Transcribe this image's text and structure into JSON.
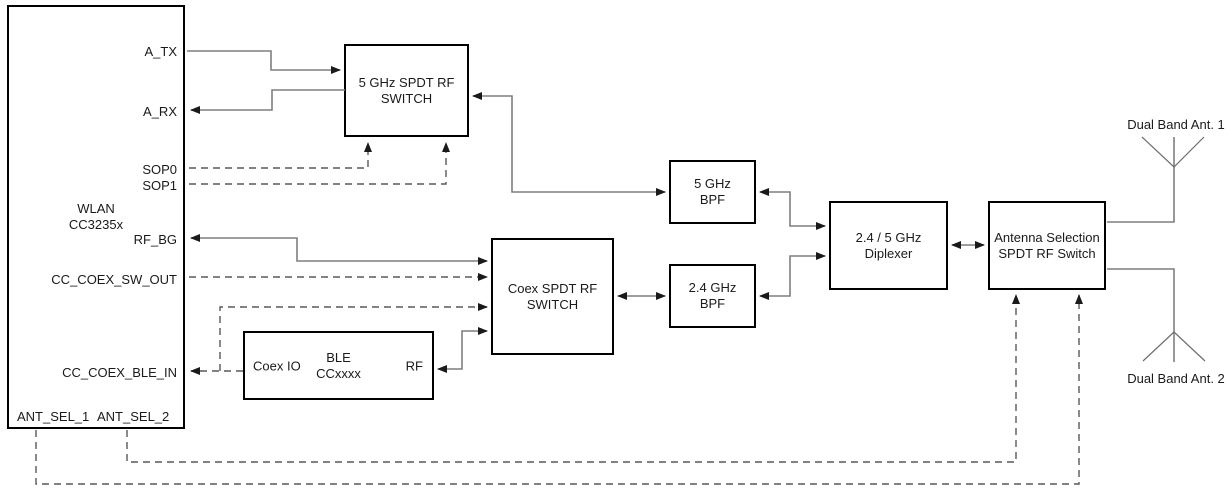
{
  "blocks": {
    "wlan": {
      "title_line1": "WLAN",
      "title_line2": "CC3235x",
      "pin_a_tx": "A_TX",
      "pin_a_rx": "A_RX",
      "pin_sop0": "SOP0",
      "pin_sop1": "SOP1",
      "pin_rf_bg": "RF_BG",
      "pin_cc_coex_sw_out": "CC_COEX_SW_OUT",
      "pin_cc_coex_ble_in": "CC_COEX_BLE_IN",
      "pin_ant_sel_1": "ANT_SEL_1",
      "pin_ant_sel_2": "ANT_SEL_2"
    },
    "switch_5ghz": {
      "line1": "5 GHz SPDT RF",
      "line2": "SWITCH"
    },
    "coex_switch": {
      "line1": "Coex SPDT RF",
      "line2": "SWITCH"
    },
    "ble": {
      "pin_coex_io": "Coex IO",
      "line1": "BLE",
      "line2": "CCxxxx",
      "pin_rf": "RF"
    },
    "bpf_5ghz": {
      "line1": "5 GHz",
      "line2": "BPF"
    },
    "bpf_2_4ghz": {
      "line1": "2.4 GHz",
      "line2": "BPF"
    },
    "diplexer": {
      "line1": "2.4 / 5 GHz",
      "line2": "Diplexer"
    },
    "antenna_switch": {
      "line1": "Antenna Selection",
      "line2": "SPDT RF Switch"
    }
  },
  "antennas": {
    "ant1_label": "Dual Band Ant. 1",
    "ant2_label": "Dual Band Ant. 2"
  },
  "colors": {
    "rf_line": "#7f7f7f",
    "control_line": "#595959",
    "block_border": "#000000",
    "arrowhead": "#1a1a1a",
    "background": "#ffffff"
  }
}
